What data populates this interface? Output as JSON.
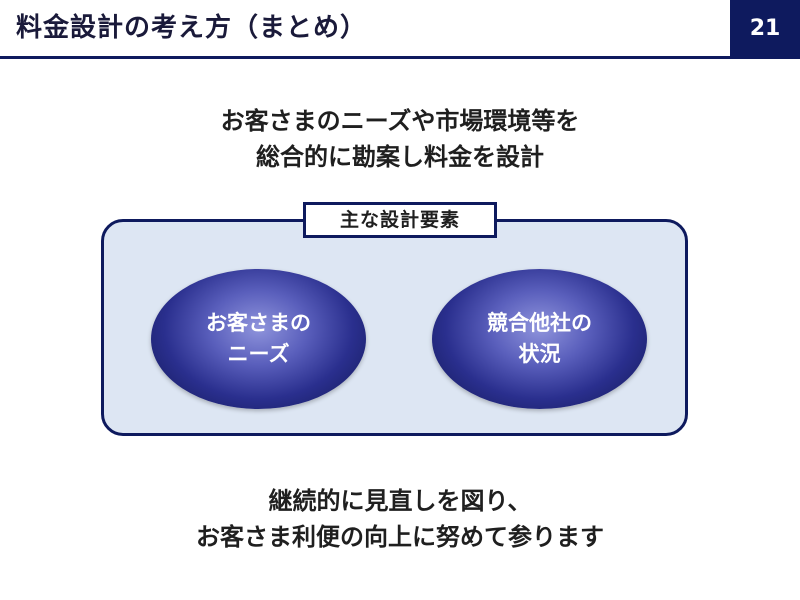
{
  "header": {
    "title": "料金設計の考え方（まとめ）",
    "page_number": "21"
  },
  "headline_top": {
    "line1": "お客さまのニーズや市場環境等を",
    "line2": "総合的に勘案し料金を設計"
  },
  "design_elements": {
    "label": "主な設計要素",
    "items": [
      {
        "line1": "お客さまの",
        "line2": "ニーズ"
      },
      {
        "line1": "競合他社の",
        "line2": "状況"
      }
    ]
  },
  "headline_bottom": {
    "line1": "継続的に見直しを図り、",
    "line2": "お客さま利便の向上に努めて参ります"
  },
  "colors": {
    "navy": "#0e1a5e",
    "panel": "#dde6f3"
  }
}
